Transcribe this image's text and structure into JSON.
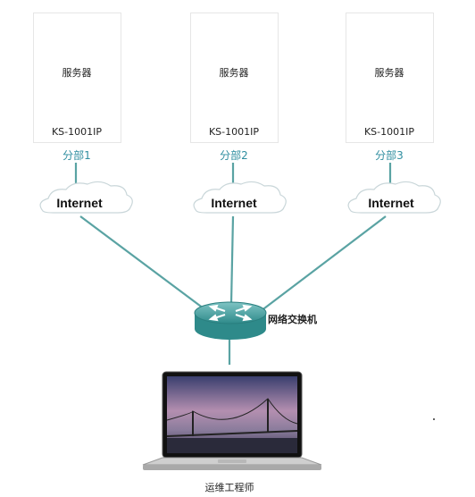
{
  "branches": [
    {
      "server_label": "服务器",
      "device_label": "KS-1001IP",
      "branch_label": "分部1",
      "internet_label": "Internet"
    },
    {
      "server_label": "服务器",
      "device_label": "KS-1001IP",
      "branch_label": "分部2",
      "internet_label": "Internet"
    },
    {
      "server_label": "服务器",
      "device_label": "KS-1001IP",
      "branch_label": "分部3",
      "internet_label": "Internet"
    }
  ],
  "switch_label": "网络交换机",
  "engineer_label": "运维工程师",
  "colors": {
    "link": "#5aa3a3",
    "switch": "#3e9a9a",
    "label_accent": "#2f8ea0"
  }
}
